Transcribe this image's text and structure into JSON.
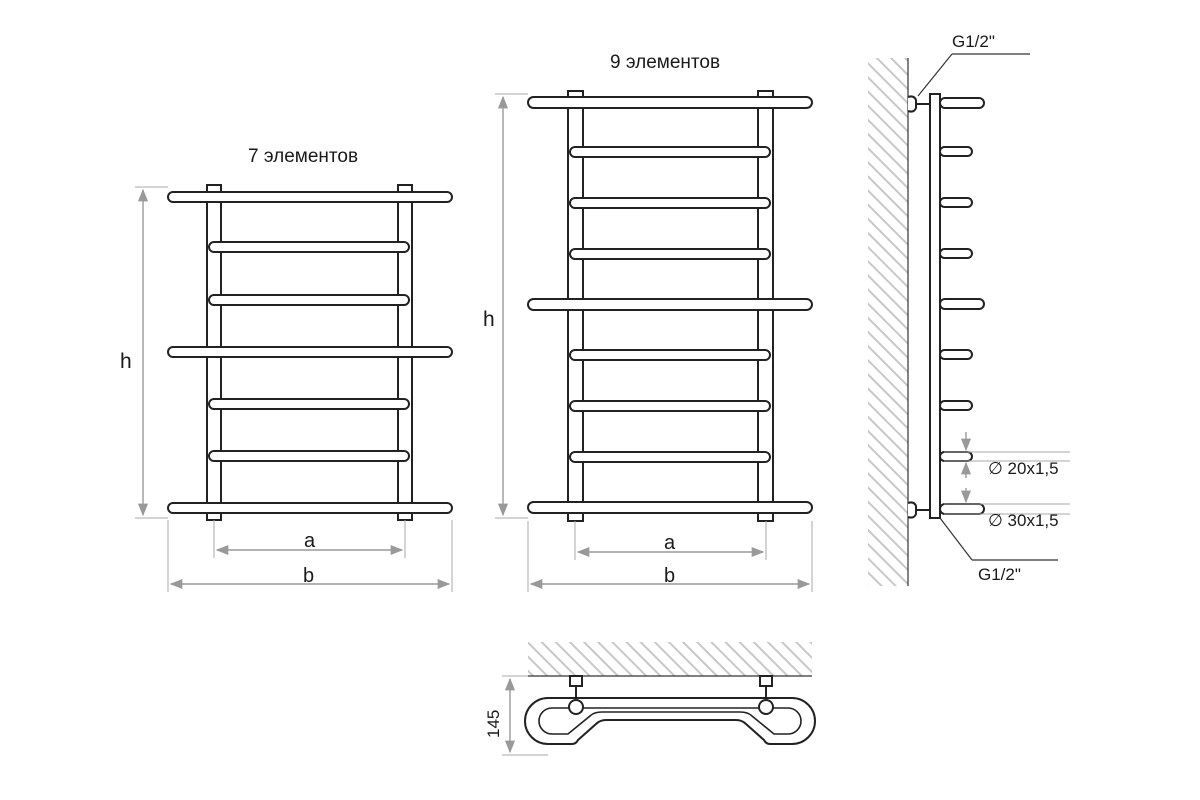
{
  "front_7": {
    "title": "7 элементов",
    "dim_h": "h",
    "dim_a": "a",
    "dim_b": "b",
    "bar_count": 7
  },
  "front_9": {
    "title": "9 элементов",
    "dim_h": "h",
    "dim_a": "a",
    "dim_b": "b",
    "bar_count": 9
  },
  "side": {
    "thread_top": "G1/2\"",
    "thread_bottom": "G1/2\"",
    "pipe_small": "∅ 20x1,5",
    "pipe_large": "∅ 30x1,5"
  },
  "top": {
    "depth": "145"
  }
}
